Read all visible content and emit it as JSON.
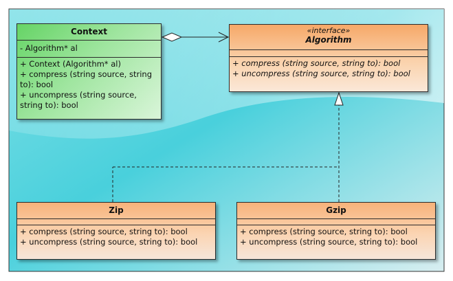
{
  "colors": {
    "background_teal": "#4fd0dc",
    "context_green": "#7fdc7f",
    "interface_orange": "#f6a868",
    "class_orange": "#f7b27a",
    "border": "#2b2b2b"
  },
  "context": {
    "name": "Context",
    "attributes": [
      "- Algorithm* al"
    ],
    "operations": [
      "+ Context (Algorithm* al)",
      "+ compress (string source, string to): bool",
      "+ uncompress (string source, string to): bool"
    ]
  },
  "algorithm": {
    "stereotype": "«interface»",
    "name": "Algorithm",
    "operations": [
      "+ compress (string source, string to): bool",
      "+ uncompress (string source, string to): bool"
    ]
  },
  "zip": {
    "name": "Zip",
    "operations": [
      "+ compress (string source, string to): bool",
      "+ uncompress (string source, string to): bool"
    ]
  },
  "gzip": {
    "name": "Gzip",
    "operations": [
      "+ compress (string source, string to): bool",
      "+ uncompress (string source, string to): bool"
    ]
  },
  "relations": [
    {
      "type": "aggregation",
      "from": "Context",
      "to": "Algorithm"
    },
    {
      "type": "realization",
      "from": "Zip",
      "to": "Algorithm"
    },
    {
      "type": "realization",
      "from": "Gzip",
      "to": "Algorithm"
    }
  ]
}
